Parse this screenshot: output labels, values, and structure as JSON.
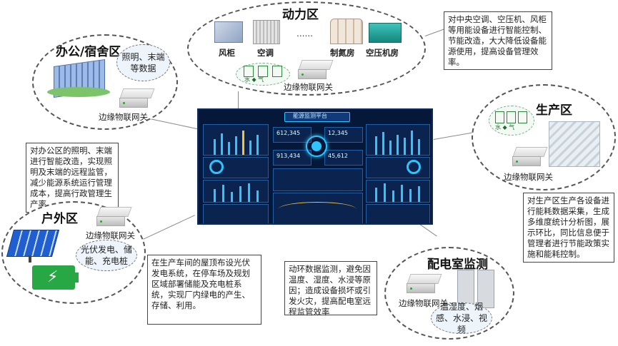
{
  "zones": {
    "power": {
      "title": "动力区",
      "devices": [
        "风柜",
        "空调",
        "……",
        "制氮房",
        "空压机房"
      ],
      "gateway": "边缘物联网关",
      "meters": "水 ◆ 气"
    },
    "office": {
      "title": "办公/宿舍区",
      "bubble": "照明、末端等数据",
      "gateway": "边缘物联网关"
    },
    "production": {
      "title": "生产区",
      "meters": "水 ◆ 气",
      "gateway": "边缘物联网关"
    },
    "outdoor": {
      "title": "户外区",
      "gateway": "边缘物联网关",
      "bubble": "光伏发电、储能、充电桩"
    },
    "distribution": {
      "title": "配电室监测",
      "gateway": "边缘物联网关",
      "bubble": "温湿度、烟感、水浸、视频"
    }
  },
  "callouts": {
    "power": "对中央空调、空压机、风柜等用能设备进行智能控制、节能改造，大大降低设备能源使用，提高设备管理效率。",
    "office": "对办公区的照明、末端进行智能改造，实现照明及末端的远程监管，减少能源系统运行管理成本，提高行政管理生产率。",
    "production": "对生产区生产各设备进行能耗数据采集，生成多维度统计分析图，展示环比，同比信息便于管理者进行节能政策实施和能耗控制。",
    "outdoor": "在生产车间的屋顶布设光伏发电系统，在停车场及规划区域部署储能及充电桩系统，实现厂内绿电的产生、存储、利用。",
    "distribution": "动环数据监测，避免因温度、湿度、水浸等原因；造成设备损坏或引发火灾，提高配电室远程监管效率"
  },
  "dashboard": {
    "title": "能源监测平台",
    "kpis": [
      "612,345",
      "12,345",
      "913,434",
      "45,612"
    ]
  },
  "colors": {
    "screen_bg": "#06183a",
    "accent": "#2ec5ff",
    "green": "#27a844"
  }
}
